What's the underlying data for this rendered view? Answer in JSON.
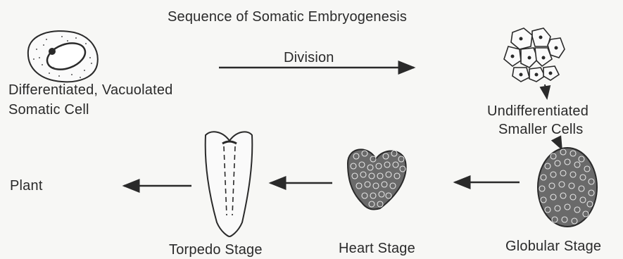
{
  "title": "Sequence of Somatic Embryogenesis",
  "arrow_label": "Division",
  "cell_label": [
    "Differentiated, Vacuolated",
    "Somatic Cell"
  ],
  "small_cells_label": [
    "Undifferentiated",
    "Smaller Cells"
  ],
  "stages": {
    "globular": "Globular Stage",
    "heart": "Heart Stage",
    "torpedo": "Torpedo Stage",
    "plant": "Plant"
  }
}
